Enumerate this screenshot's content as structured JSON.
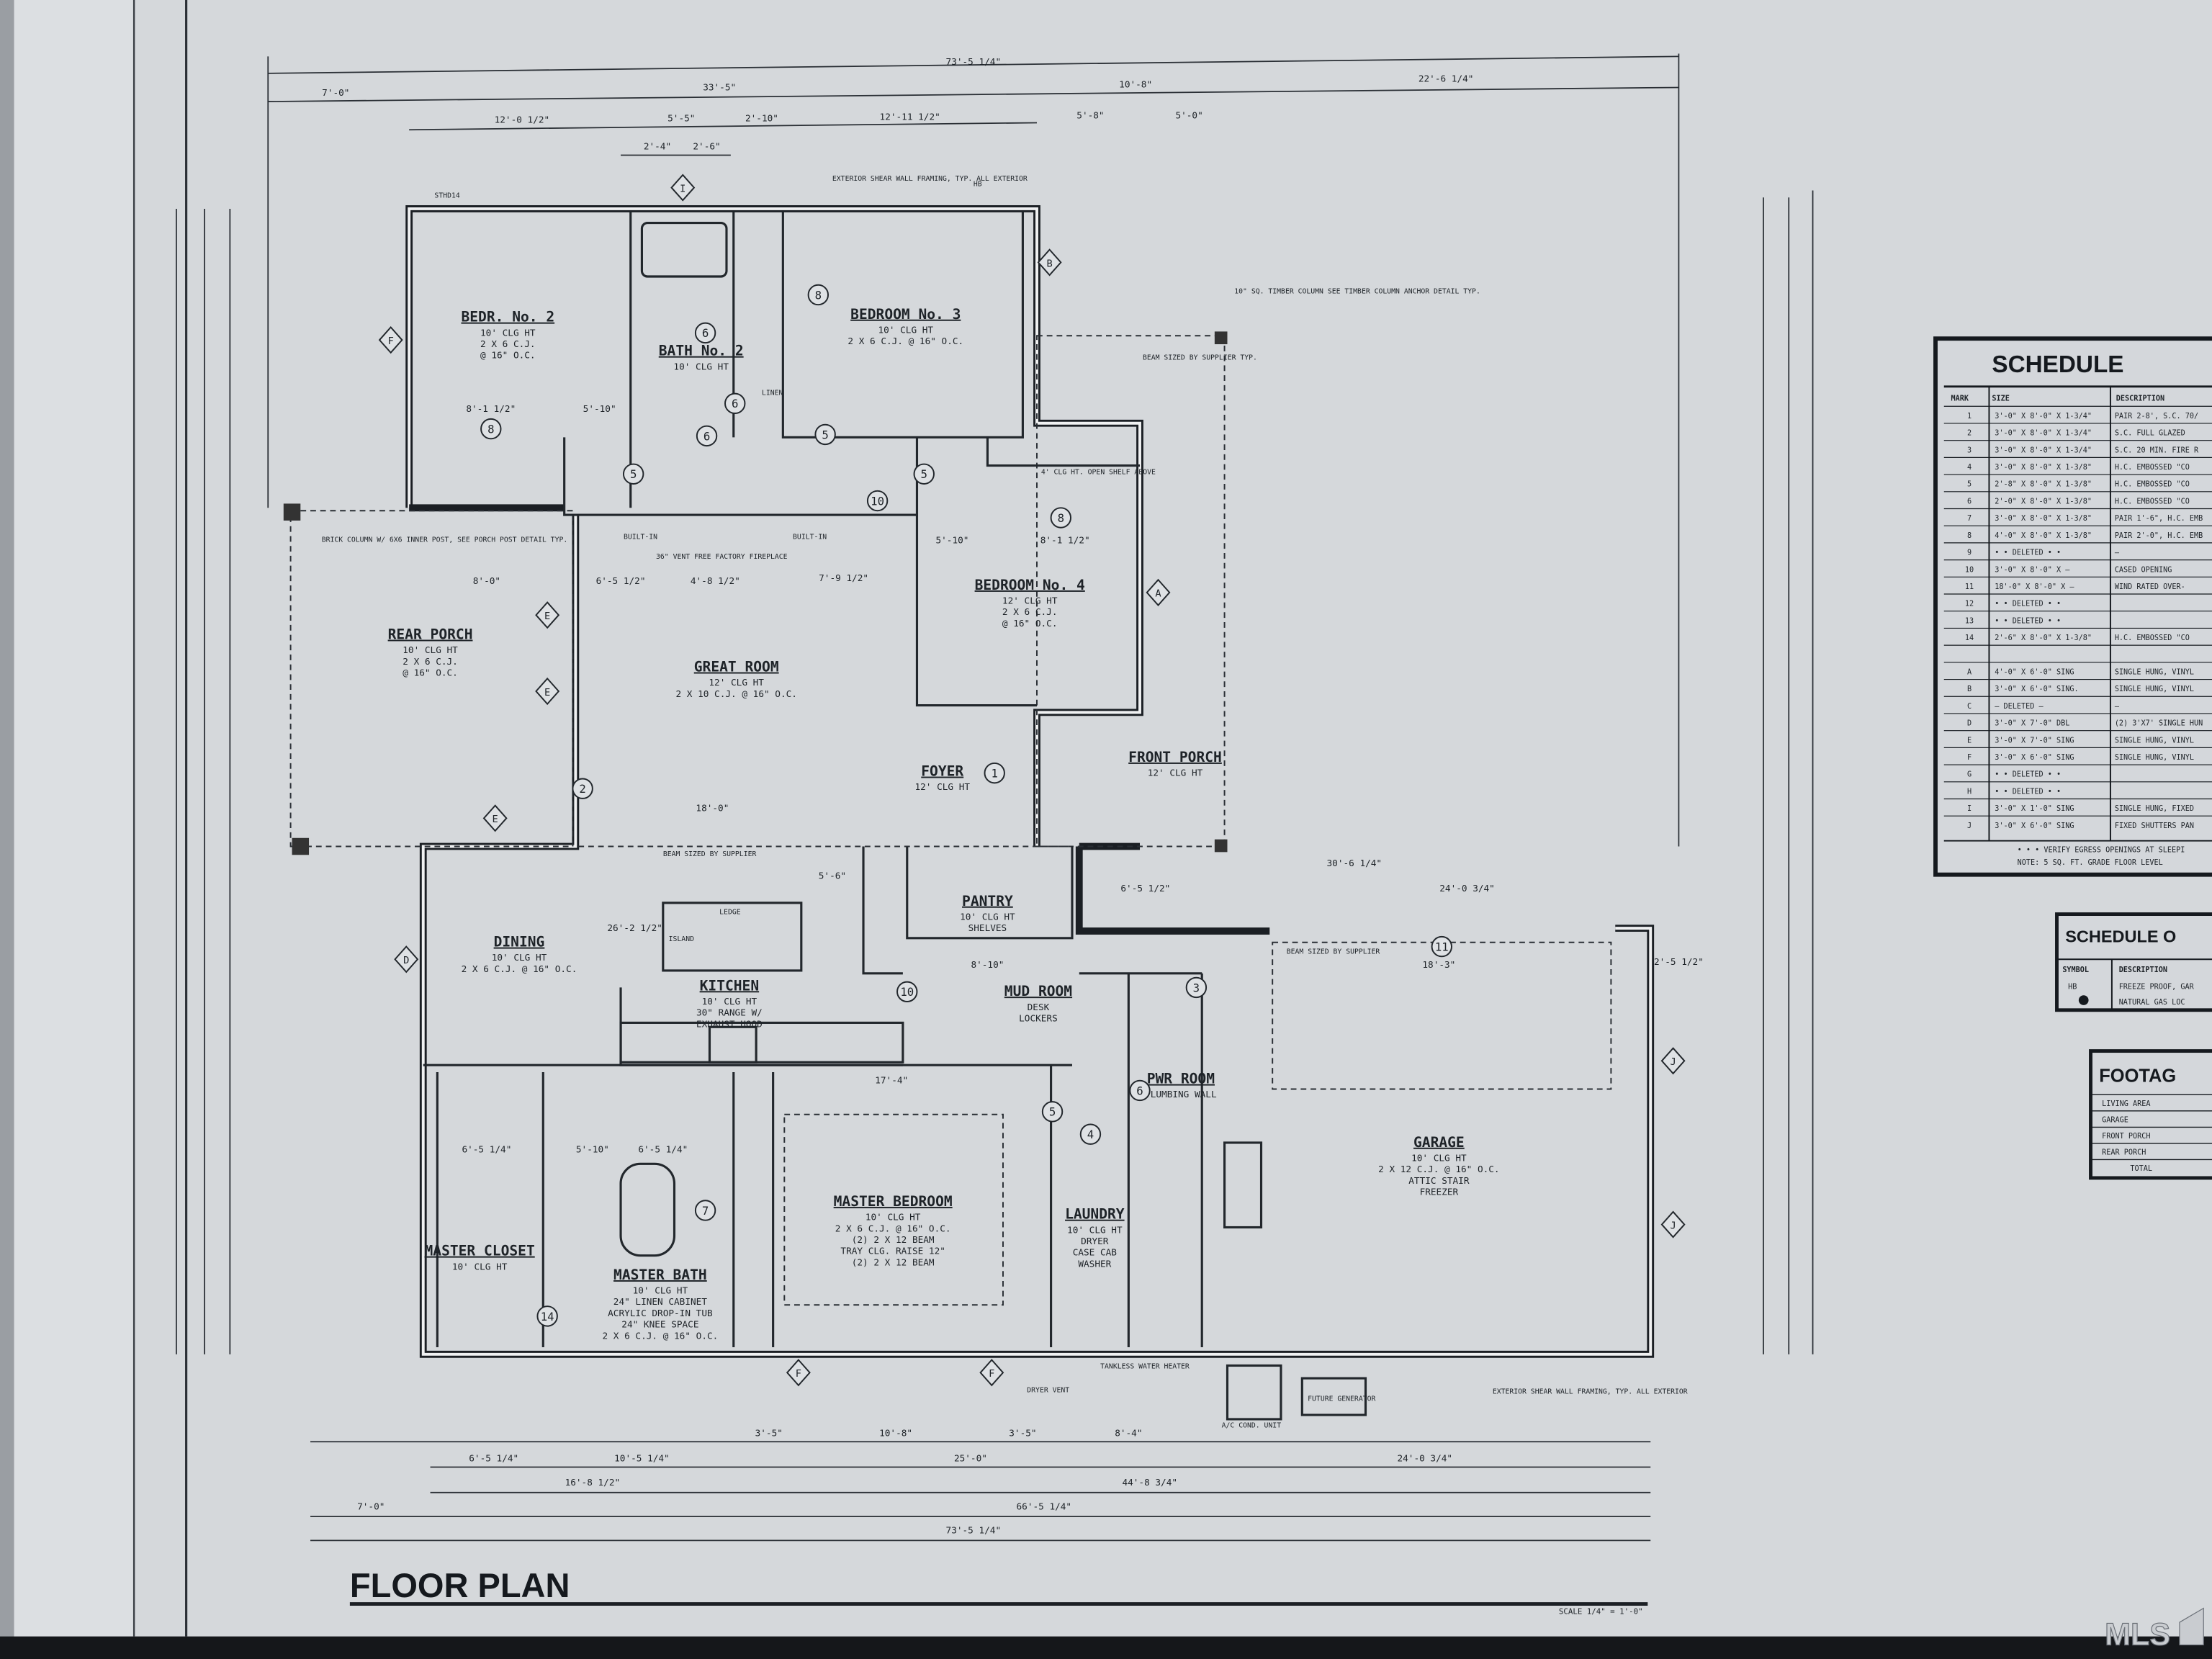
{
  "title": "FLOOR PLAN",
  "scale": "SCALE 1/4\" = 1'-0\"",
  "watermark": "MLS",
  "rooms": [
    {
      "name": "BEDR. No. 2",
      "lines": [
        "10' CLG HT",
        "2 X 6 C.J.",
        "@ 16\" O.C."
      ]
    },
    {
      "name": "BATH No. 2",
      "lines": [
        "10' CLG HT"
      ]
    },
    {
      "name": "BEDROOM No. 3",
      "lines": [
        "10' CLG HT",
        "2 X 6 C.J. @ 16\" O.C."
      ]
    },
    {
      "name": "BEDROOM No. 4",
      "lines": [
        "12' CLG HT",
        "2 X 6 C.J.",
        "@ 16\" O.C."
      ]
    },
    {
      "name": "REAR PORCH",
      "lines": [
        "10' CLG HT",
        "2 X 6 C.J.",
        "@ 16\" O.C."
      ]
    },
    {
      "name": "GREAT ROOM",
      "lines": [
        "12' CLG HT",
        "2 X 10 C.J. @ 16\" O.C."
      ]
    },
    {
      "name": "FOYER",
      "lines": [
        "12' CLG HT"
      ]
    },
    {
      "name": "FRONT PORCH",
      "lines": [
        "12' CLG HT"
      ]
    },
    {
      "name": "DINING",
      "lines": [
        "10' CLG HT",
        "2 X 6 C.J. @ 16\" O.C."
      ]
    },
    {
      "name": "KITCHEN",
      "lines": [
        "10' CLG HT",
        "30\" RANGE W/",
        "EXHAUST HOOD"
      ]
    },
    {
      "name": "PANTRY",
      "lines": [
        "10' CLG HT",
        "SHELVES"
      ]
    },
    {
      "name": "MUD ROOM",
      "lines": [
        "DESK",
        "LOCKERS"
      ]
    },
    {
      "name": "PWR ROOM",
      "lines": [
        "PLUMBING WALL"
      ]
    },
    {
      "name": "MASTER BEDROOM",
      "lines": [
        "10' CLG HT",
        "2 X 6 C.J. @ 16\" O.C.",
        "(2) 2 X 12 BEAM",
        "TRAY CLG. RAISE 12\"",
        "(2) 2 X 12 BEAM"
      ]
    },
    {
      "name": "LAUNDRY",
      "lines": [
        "10' CLG HT",
        "DRYER",
        "CASE CAB",
        "WASHER"
      ]
    },
    {
      "name": "MASTER CLOSET",
      "lines": [
        "10' CLG HT"
      ]
    },
    {
      "name": "MASTER BATH",
      "lines": [
        "10' CLG HT",
        "24\" LINEN CABINET",
        "ACRYLIC DROP-IN TUB",
        "24\" KNEE SPACE",
        "2 X 6 C.J. @ 16\" O.C."
      ]
    },
    {
      "name": "GARAGE",
      "lines": [
        "10' CLG HT",
        "2 X 12 C.J. @ 16\" O.C.",
        "ATTIC STAIR",
        "FREEZER"
      ]
    }
  ],
  "dimensions": {
    "top": [
      "73'-5 1/4\"",
      "7'-0\"",
      "33'-5\"",
      "10'-8\"",
      "22'-6 1/4\"",
      "12'-0 1/2\"",
      "5'-5\"",
      "2'-10\"",
      "12'-11 1/2\"",
      "5'-8\"",
      "5'-0\"",
      "2'-4\"",
      "2'-6\""
    ],
    "bottom": [
      "3'-5\"",
      "10'-8\"",
      "3'-5\"",
      "8'-4\"",
      "6'-5 1/4\"",
      "10'-5 1/4\"",
      "25'-0\"",
      "24'-0 3/4\"",
      "16'-8 1/2\"",
      "44'-8 3/4\"",
      "7'-0\"",
      "66'-5 1/4\"",
      "73'-5 1/4\""
    ],
    "interior": [
      "8'-1 1/2\"",
      "5'-10\"",
      "8'-0\"",
      "6'-5 1/2\"",
      "4'-8 1/2\"",
      "7'-9 1/2\"",
      "5'-10\"",
      "8'-1 1/2\"",
      "26'-2 1/2\"",
      "18'-0\"",
      "5'-6\"",
      "8'-10\"",
      "17'-4\"",
      "6'-5 1/4\"",
      "5'-10\"",
      "6'-5 1/4\"",
      "30'-6 1/4\"",
      "24'-0 3/4\"",
      "6'-5 1/2\"",
      "18'-3\"",
      "2'-5 1/2\""
    ]
  },
  "notes": [
    "EXTERIOR SHEAR WALL FRAMING, TYP. ALL EXTERIOR",
    "10\" SQ. TIMBER COLUMN SEE TIMBER COLUMN ANCHOR DETAIL TYP.",
    "BEAM SIZED BY SUPPLIER TYP.",
    "BRICK COLUMN W/ 6X6 INNER POST, SEE PORCH POST DETAIL TYP.",
    "BEAM SIZED BY SUPPLIER",
    "36\" VENT FREE FACTORY FIREPLACE",
    "BUILT-IN",
    "BUILT-IN",
    "4' CLG HT. OPEN SHELF ABOVE",
    "ISLAND",
    "LEDGE",
    "BEAM SIZED BY SUPPLIER",
    "TANKLESS WATER HEATER",
    "DRYER VENT",
    "A/C COND. UNIT",
    "FUTURE GENERATOR",
    "EXTERIOR SHEAR WALL FRAMING, TYP. ALL EXTERIOR",
    "STHD14",
    "HB",
    "LINEN"
  ],
  "door_marks": [
    "1",
    "2",
    "3",
    "4",
    "5",
    "5",
    "5",
    "5",
    "6",
    "6",
    "6",
    "6",
    "7",
    "8",
    "8",
    "8",
    "10",
    "10",
    "11",
    "14"
  ],
  "window_marks": [
    "A",
    "B",
    "D",
    "E",
    "E",
    "E",
    "F",
    "F",
    "F",
    "I",
    "J",
    "J"
  ],
  "door_window_schedule": {
    "title": "SCHEDULE",
    "headers": [
      "MARK",
      "SIZE",
      "DESCRIPTION"
    ],
    "rows": [
      {
        "mark": "1",
        "size": "3'-0\" X 8'-0\" X 1-3/4\"",
        "desc": "PAIR 2-8', S.C. 70/"
      },
      {
        "mark": "2",
        "size": "3'-0\" X 8'-0\" X 1-3/4\"",
        "desc": "S.C. FULL GLAZED"
      },
      {
        "mark": "3",
        "size": "3'-0\" X 8'-0\" X 1-3/4\"",
        "desc": "S.C. 20 MIN. FIRE R"
      },
      {
        "mark": "4",
        "size": "3'-0\" X 8'-0\" X 1-3/8\"",
        "desc": "H.C. EMBOSSED \"CO"
      },
      {
        "mark": "5",
        "size": "2'-8\" X 8'-0\" X 1-3/8\"",
        "desc": "H.C. EMBOSSED \"CO"
      },
      {
        "mark": "6",
        "size": "2'-0\" X 8'-0\" X 1-3/8\"",
        "desc": "H.C. EMBOSSED \"CO"
      },
      {
        "mark": "7",
        "size": "3'-0\" X 8'-0\" X 1-3/8\"",
        "desc": "PAIR 1'-6\", H.C. EMB"
      },
      {
        "mark": "8",
        "size": "4'-0\" X 8'-0\" X 1-3/8\"",
        "desc": "PAIR 2'-0\", H.C. EMB"
      },
      {
        "mark": "9",
        "size": "• • DELETED • •",
        "desc": "—"
      },
      {
        "mark": "10",
        "size": "3'-0\" X 8'-0\" X —",
        "desc": "CASED OPENING"
      },
      {
        "mark": "11",
        "size": "18'-0\" X 8'-0\" X —",
        "desc": "WIND RATED OVER-"
      },
      {
        "mark": "12",
        "size": "• • DELETED • •",
        "desc": ""
      },
      {
        "mark": "13",
        "size": "• • DELETED • •",
        "desc": ""
      },
      {
        "mark": "14",
        "size": "2'-6\" X 8'-0\" X 1-3/8\"",
        "desc": "H.C. EMBOSSED \"CO"
      },
      {
        "mark": "",
        "size": "",
        "desc": ""
      },
      {
        "mark": "A",
        "size": "4'-0\" X 6'-0\" SING",
        "desc": "SINGLE HUNG, VINYL"
      },
      {
        "mark": "B",
        "size": "3'-0\" X 6'-0\" SING.",
        "desc": "SINGLE HUNG, VINYL"
      },
      {
        "mark": "C",
        "size": "— DELETED —",
        "desc": "—"
      },
      {
        "mark": "D",
        "size": "3'-0\" X 7'-0\" DBL",
        "desc": "(2) 3'X7' SINGLE HUN"
      },
      {
        "mark": "E",
        "size": "3'-0\" X 7'-0\" SING",
        "desc": "SINGLE HUNG, VINYL"
      },
      {
        "mark": "F",
        "size": "3'-0\" X 6'-0\" SING",
        "desc": "SINGLE HUNG, VINYL"
      },
      {
        "mark": "G",
        "size": "• • DELETED • •",
        "desc": ""
      },
      {
        "mark": "H",
        "size": "• • DELETED • •",
        "desc": ""
      },
      {
        "mark": "I",
        "size": "3'-0\" X 1'-0\" SING",
        "desc": "SINGLE HUNG, FIXED"
      },
      {
        "mark": "J",
        "size": "3'-0\" X 6'-0\" SING",
        "desc": "FIXED SHUTTERS PAN"
      }
    ],
    "footnotes": [
      "• • • VERIFY EGRESS OPENINGS AT SLEEPI",
      "NOTE: 5 SQ. FT. GRADE FLOOR LEVEL"
    ]
  },
  "symbol_schedule": {
    "title": "SCHEDULE O",
    "headers": [
      "SYMBOL",
      "DESCRIPTION"
    ],
    "rows": [
      {
        "symbol": "HB",
        "desc": "FREEZE PROOF, GAR"
      },
      {
        "symbol": "gas-icon",
        "desc": "NATURAL GAS LOC"
      }
    ]
  },
  "footage": {
    "title": "FOOTAG",
    "rows": [
      "LIVING AREA",
      "GARAGE",
      "FRONT PORCH",
      "REAR PORCH",
      "TOTAL"
    ]
  }
}
